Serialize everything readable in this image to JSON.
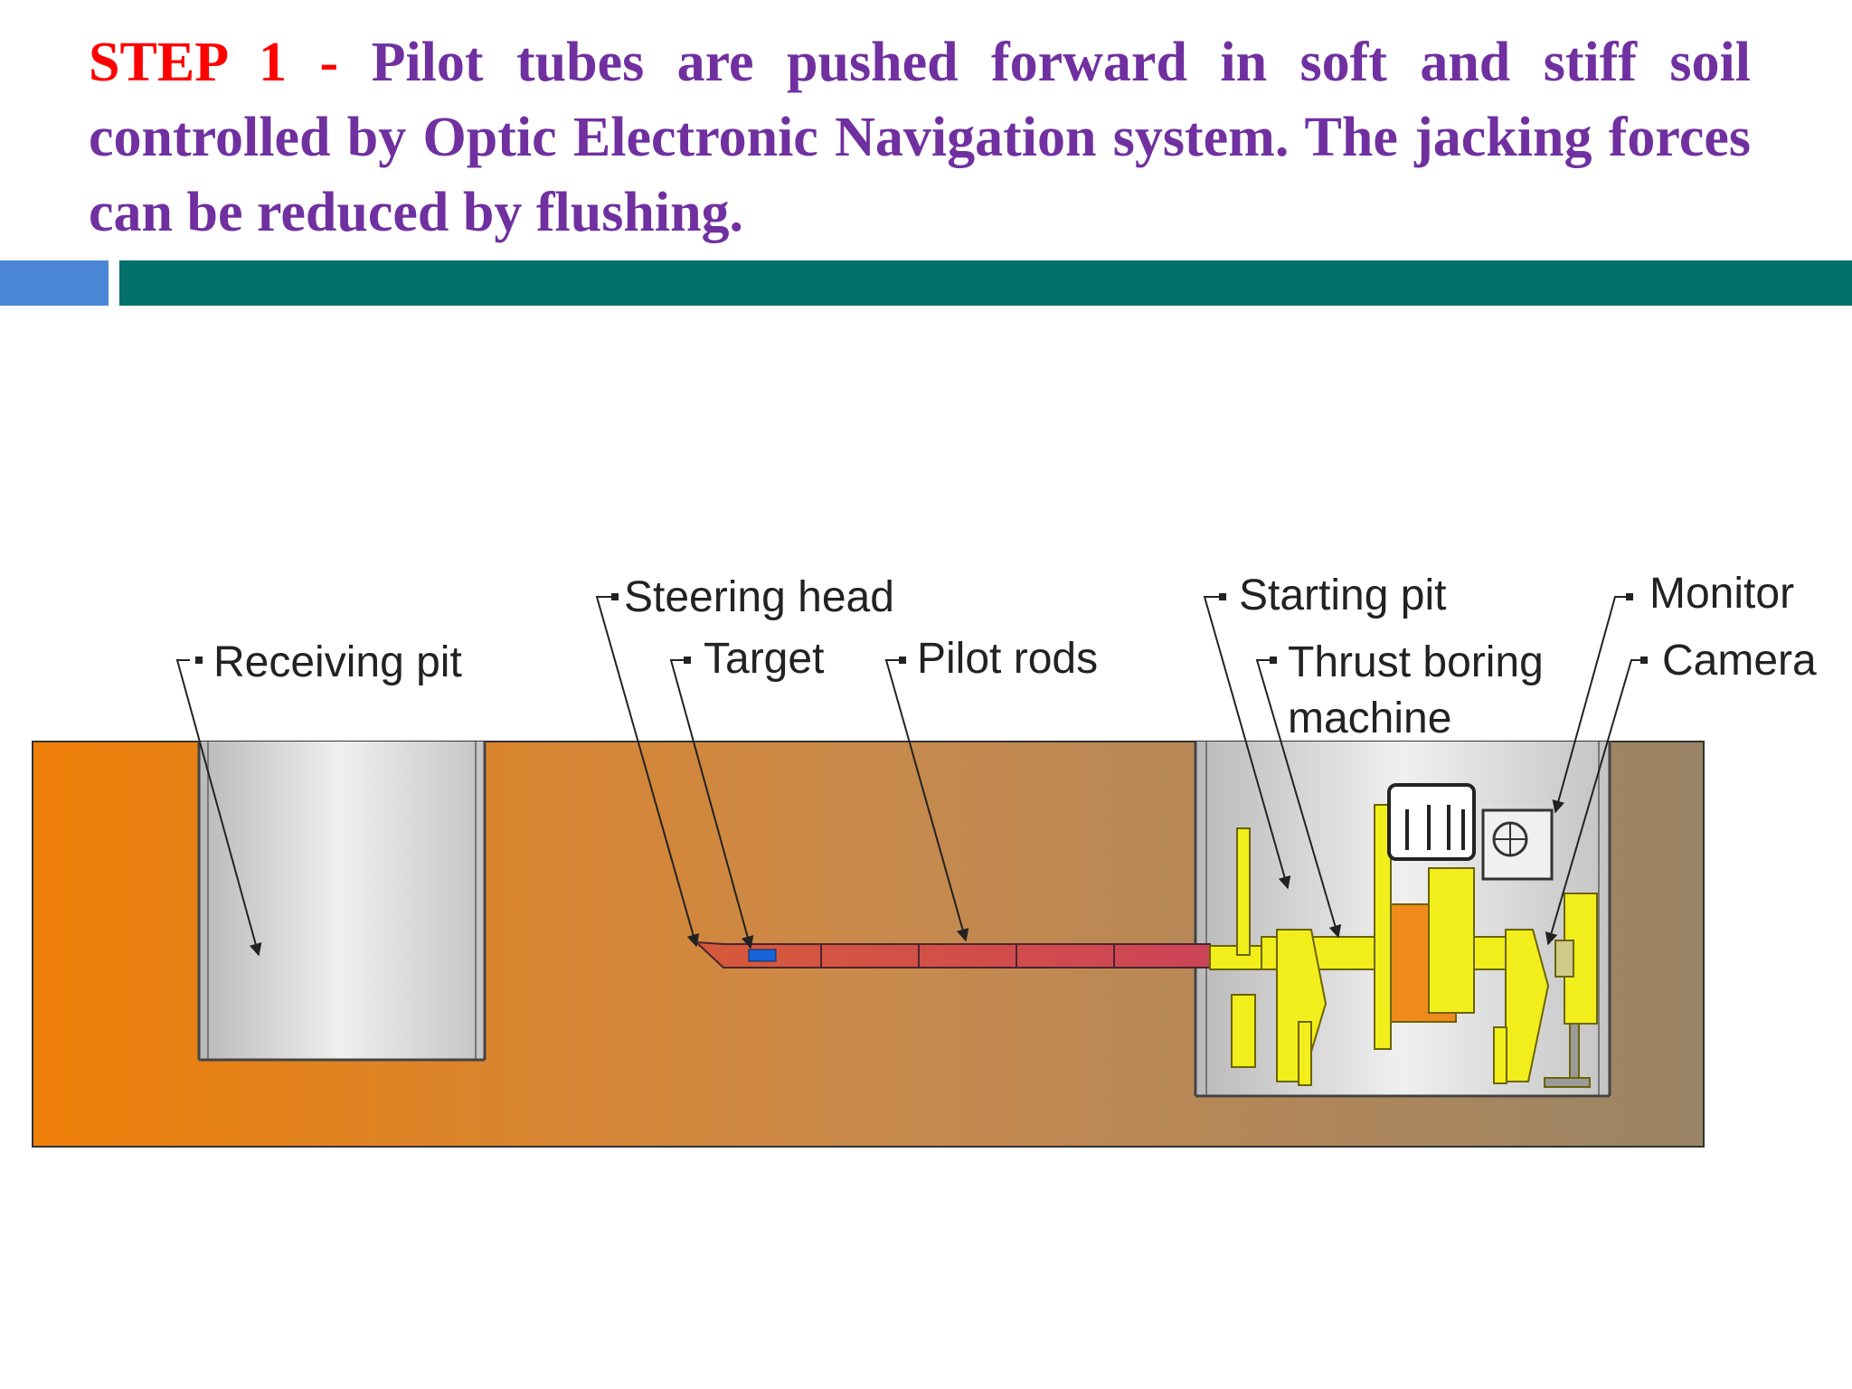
{
  "slide": {
    "step_prefix": "STEP 1 -",
    "title_text": "Pilot tubes are pushed forward in soft and stiff soil controlled by Optic Electronic Navigation system. The jacking forces can be reduced by flushing."
  },
  "diagram": {
    "labels": {
      "receiving_pit": "Receiving pit",
      "steering_head": "Steering head",
      "target": "Target",
      "pilot_rods": "Pilot rods",
      "starting_pit": "Starting pit",
      "thrust_boring_line1": "Thrust boring",
      "thrust_boring_line2": "machine",
      "monitor": "Monitor",
      "camera": "Camera"
    }
  },
  "colors": {
    "soil_left": "#ef7f08",
    "soil_right": "#9a8466",
    "machine_yellow": "#f2ee1c",
    "rod_red": "#cf4b56",
    "accent_blue": "#4a86d4",
    "accent_teal": "#00706b",
    "title_purple": "#7030a0",
    "title_red": "#ff0000"
  }
}
